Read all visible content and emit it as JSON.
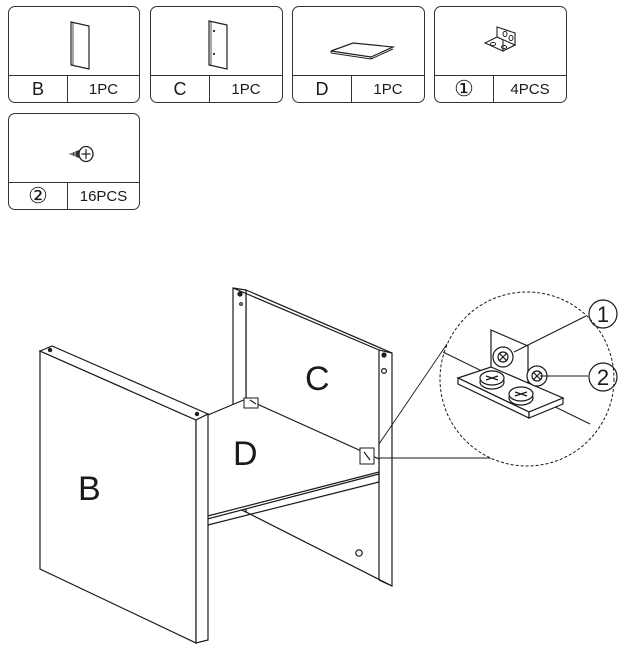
{
  "parts": [
    {
      "label": "B",
      "qty": "1PC",
      "icon": "board-b-icon"
    },
    {
      "label": "C",
      "qty": "1PC",
      "icon": "board-c-icon"
    },
    {
      "label": "D",
      "qty": "1PC",
      "icon": "board-d-icon"
    },
    {
      "label": "①",
      "qty": "4PCS",
      "icon": "corner-bracket-icon"
    },
    {
      "label": "②",
      "qty": "16PCS",
      "icon": "screw-icon"
    }
  ],
  "assembly": {
    "panel_b": "B",
    "panel_c": "C",
    "panel_d": "D",
    "callout_1": "1",
    "callout_2": "2"
  },
  "colors": {
    "line": "#1a1a1a",
    "panel_fill": "#ffffff",
    "accent": "#000000"
  }
}
